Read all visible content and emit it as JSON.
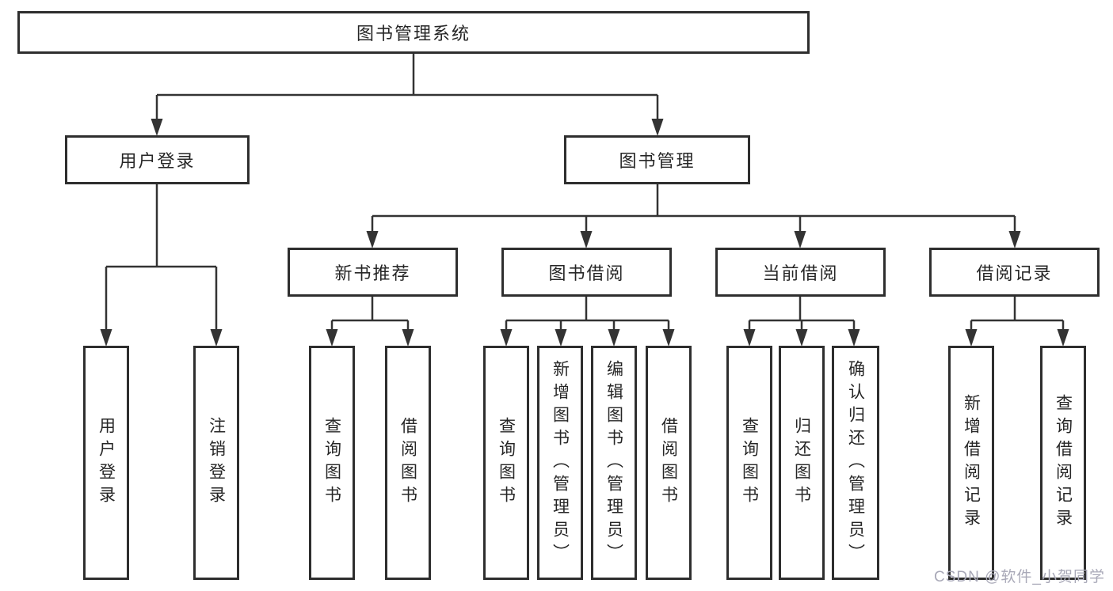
{
  "diagram": {
    "title": "图书管理系统",
    "level2": {
      "user_login": "用户登录",
      "book_mgmt": "图书管理"
    },
    "level3": {
      "new_books": "新书推荐",
      "borrowing": "图书借阅",
      "current": "当前借阅",
      "records": "借阅记录"
    },
    "leaves": {
      "user_login": [
        "用户登录",
        "注销登录"
      ],
      "new_books": [
        "查询图书",
        "借阅图书"
      ],
      "borrowing": [
        "查询图书",
        "新增图书（管理员）",
        "编辑图书（管理员）",
        "借阅图书"
      ],
      "current": [
        "查询图书",
        "归还图书",
        "确认归还（管理员）"
      ],
      "records": [
        "新增借阅记录",
        "查询借阅记录"
      ]
    },
    "watermark": "CSDN @软件_小贺同学",
    "colors": {
      "line": "#333333",
      "box_border": "#2e2e2e",
      "text": "#262626",
      "watermark": "#a9a9b8",
      "background": "#ffffff"
    }
  }
}
